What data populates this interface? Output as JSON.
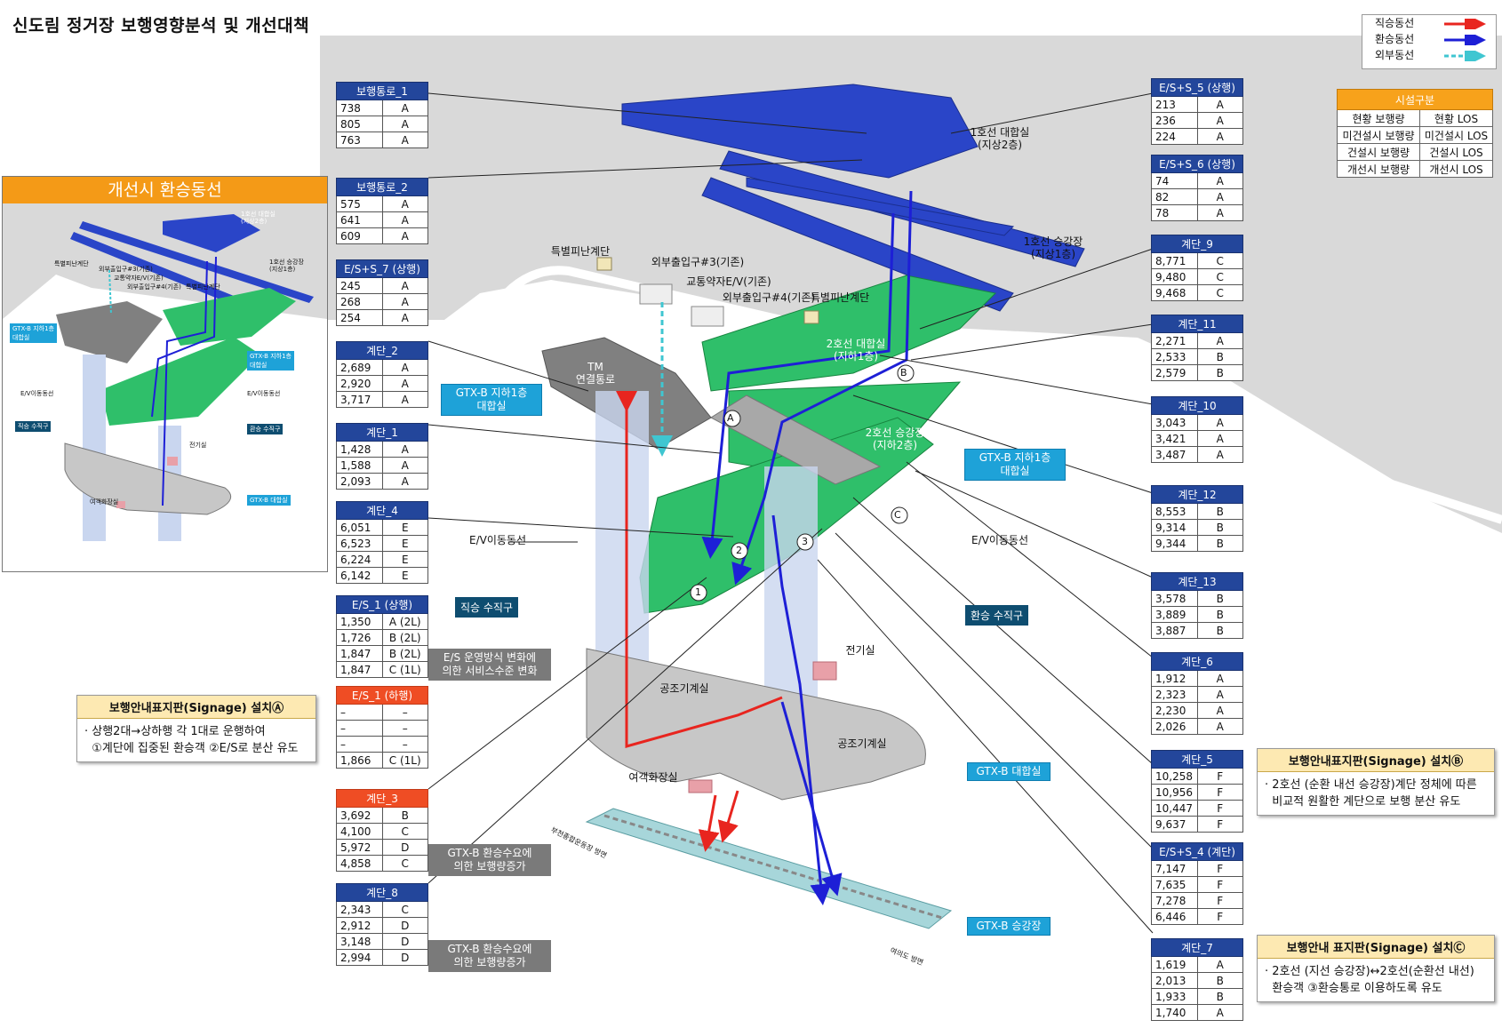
{
  "title": "신도림 정거장 보행영향분석 및 개선대책",
  "legend": {
    "items": [
      {
        "label": "직승동선",
        "color": "#e8251f"
      },
      {
        "label": "환승동선",
        "color": "#1d1fd6"
      },
      {
        "label": "외부동선",
        "color": "#3fc6d1"
      }
    ]
  },
  "facility": {
    "header": "시설구분",
    "rows": [
      [
        "현황 보행량",
        "현황 LOS"
      ],
      [
        "미건설시 보행량",
        "미건설시 LOS"
      ],
      [
        "건설시 보행량",
        "건설시 LOS"
      ],
      [
        "개선시 보행량",
        "개선시 LOS"
      ]
    ]
  },
  "inset": {
    "title": "개선시 환승동선",
    "labels": {
      "hall1": "1호선 대합실\n(지상2층)",
      "plat1": "1호선 승강장\n(지상1층)",
      "emerg": "특별피난계단",
      "ext3": "외부출입구#3(기존)",
      "ev": "교통약자E/V(기존)",
      "ext4": "외부출입구#4(기존)",
      "emerg2": "특별피난계단",
      "gtx_hall_l": "GTX-B 지하1층\n대합실",
      "gtx_hall_r": "GTX-B 지하1층\n대합실",
      "ev_l": "E/V이동동선",
      "ev_r": "E/V이동동선",
      "direct": "직승 수직구",
      "transfer": "환승 수직구",
      "elec": "전기실",
      "restroom": "여객화장실",
      "gtx_hall": "GTX-B 대합실"
    }
  },
  "diagram": {
    "hall1": "1호선 대합실\n(지상2층)",
    "plat1": "1호선 승강장\n(지상1층)",
    "emerg_left": "특별피난계단",
    "ext3": "외부출입구#3(기존)",
    "ev_access": "교통약자E/V(기존)",
    "ext4": "외부출입구#4(기존)",
    "emerg_right": "특별피난계단",
    "tm": "TM\n연결통로",
    "hall2": "2호선 대합실\n(지하1층)",
    "plat2": "2호선 승강장\n(지하2층)",
    "gtx_hall_b1_left": "GTX-B 지하1층\n대합실",
    "gtx_hall_b1_right": "GTX-B 지하1층\n대합실",
    "ev_left": "E/V이동동선",
    "ev_right": "E/V이동동선",
    "direct_shaft": "직승 수직구",
    "transfer_shaft": "환승 수직구",
    "es_change": "E/S 운영방식 변화에\n의한 서비스수준 변화",
    "gtx_demand1": "GTX-B 환승수요에\n의한 보행량증가",
    "gtx_demand2": "GTX-B 환승수요에\n의한 보행량증가",
    "elec": "전기실",
    "mech1": "공조기계실",
    "mech2": "공조기계실",
    "restroom": "여객화장실",
    "gtx_hall": "GTX-B 대합실",
    "gtx_plat": "GTX-B 승강장",
    "dir_left": "부천종합운동장 방면",
    "dir_right": "여의도 방면",
    "markers": [
      "A",
      "B",
      "C",
      "1",
      "2",
      "3"
    ]
  },
  "tables": [
    {
      "id": "t-walk1",
      "title": "보행통로_1",
      "rows": [
        [
          "738",
          "A"
        ],
        [
          "805",
          "A"
        ],
        [
          "763",
          "A"
        ]
      ]
    },
    {
      "id": "t-walk2",
      "title": "보행통로_2",
      "rows": [
        [
          "575",
          "A"
        ],
        [
          "641",
          "A"
        ],
        [
          "609",
          "A"
        ]
      ]
    },
    {
      "id": "t-ess7",
      "title": "E/S+S_7 (상행)",
      "rows": [
        [
          "245",
          "A"
        ],
        [
          "268",
          "A"
        ],
        [
          "254",
          "A"
        ]
      ]
    },
    {
      "id": "t-stair2",
      "title": "계단_2",
      "rows": [
        [
          "2,689",
          "A"
        ],
        [
          "2,920",
          "A"
        ],
        [
          "3,717",
          "A"
        ]
      ]
    },
    {
      "id": "t-stair1",
      "title": "계단_1",
      "rows": [
        [
          "1,428",
          "A"
        ],
        [
          "1,588",
          "A"
        ],
        [
          "2,093",
          "A"
        ]
      ]
    },
    {
      "id": "t-stair4",
      "title": "계단_4",
      "rows": [
        [
          "6,051",
          "E"
        ],
        [
          "6,523",
          "E"
        ],
        [
          "6,224",
          "E"
        ],
        [
          "6,142",
          "E"
        ]
      ]
    },
    {
      "id": "t-es1up",
      "title": "E/S_1 (상행)",
      "rows": [
        [
          "1,350",
          "A (2L)"
        ],
        [
          "1,726",
          "B (2L)"
        ],
        [
          "1,847",
          "B (2L)"
        ],
        [
          "1,847",
          "C (1L)"
        ]
      ]
    },
    {
      "id": "t-es1dn",
      "title": "E/S_1 (하행)",
      "red": true,
      "rows": [
        [
          "–",
          "–"
        ],
        [
          "–",
          "–"
        ],
        [
          "–",
          "–"
        ],
        [
          "1,866",
          "C (1L)"
        ]
      ]
    },
    {
      "id": "t-stair3",
      "title": "계단_3",
      "red": true,
      "rows": [
        [
          "3,692",
          "B"
        ],
        [
          "4,100",
          "C"
        ],
        [
          "5,972",
          "D"
        ],
        [
          "4,858",
          "C"
        ]
      ]
    },
    {
      "id": "t-stair8",
      "title": "계단_8",
      "rows": [
        [
          "2,343",
          "C"
        ],
        [
          "2,912",
          "D"
        ],
        [
          "3,148",
          "D"
        ],
        [
          "2,994",
          "D"
        ]
      ]
    },
    {
      "id": "t-ess5",
      "title": "E/S+S_5 (상행)",
      "rows": [
        [
          "213",
          "A"
        ],
        [
          "236",
          "A"
        ],
        [
          "224",
          "A"
        ]
      ]
    },
    {
      "id": "t-ess6",
      "title": "E/S+S_6 (상행)",
      "rows": [
        [
          "74",
          "A"
        ],
        [
          "82",
          "A"
        ],
        [
          "78",
          "A"
        ]
      ]
    },
    {
      "id": "t-stair9",
      "title": "계단_9",
      "rows": [
        [
          "8,771",
          "C"
        ],
        [
          "9,480",
          "C"
        ],
        [
          "9,468",
          "C"
        ]
      ]
    },
    {
      "id": "t-stair11",
      "title": "계단_11",
      "rows": [
        [
          "2,271",
          "A"
        ],
        [
          "2,533",
          "B"
        ],
        [
          "2,579",
          "B"
        ]
      ]
    },
    {
      "id": "t-stair10",
      "title": "계단_10",
      "rows": [
        [
          "3,043",
          "A"
        ],
        [
          "3,421",
          "A"
        ],
        [
          "3,487",
          "A"
        ]
      ]
    },
    {
      "id": "t-stair12",
      "title": "계단_12",
      "rows": [
        [
          "8,553",
          "B"
        ],
        [
          "9,314",
          "B"
        ],
        [
          "9,344",
          "B"
        ]
      ]
    },
    {
      "id": "t-stair13",
      "title": "계단_13",
      "rows": [
        [
          "3,578",
          "B"
        ],
        [
          "3,889",
          "B"
        ],
        [
          "3,887",
          "B"
        ]
      ]
    },
    {
      "id": "t-stair6",
      "title": "계단_6",
      "rows": [
        [
          "1,912",
          "A"
        ],
        [
          "2,323",
          "A"
        ],
        [
          "2,230",
          "A"
        ],
        [
          "2,026",
          "A"
        ]
      ]
    },
    {
      "id": "t-stair5",
      "title": "계단_5",
      "rows": [
        [
          "10,258",
          "F"
        ],
        [
          "10,956",
          "F"
        ],
        [
          "10,447",
          "F"
        ],
        [
          "9,637",
          "F"
        ]
      ]
    },
    {
      "id": "t-ess4",
      "title": "E/S+S_4 (계단)",
      "rows": [
        [
          "7,147",
          "F"
        ],
        [
          "7,635",
          "F"
        ],
        [
          "7,278",
          "F"
        ],
        [
          "6,446",
          "F"
        ]
      ]
    },
    {
      "id": "t-stair7",
      "title": "계단_7",
      "rows": [
        [
          "1,619",
          "A"
        ],
        [
          "2,013",
          "B"
        ],
        [
          "1,933",
          "B"
        ],
        [
          "1,740",
          "A"
        ]
      ]
    }
  ],
  "notes": {
    "a": {
      "title": "보행안내표지판(Signage) 설치Ⓐ",
      "lines": [
        "· 상행2대→상하행 각 1대로 운행하여",
        "  ①계단에 집중된 환승객 ②E/S로 분산 유도"
      ]
    },
    "b": {
      "title": "보행안내표지판(Signage) 설치Ⓑ",
      "lines": [
        "· 2호선 (순환 내선 승강장)계단 정체에 따른",
        "  비교적 원활한 계단으로 보행 분산 유도"
      ]
    },
    "c": {
      "title": "보행안내 표지판(Signage) 설치Ⓒ",
      "lines": [
        "· 2호선 (지선 승강장)↔2호선(순환선 내선)",
        "  환승객 ③환승통로 이용하도록 유도"
      ]
    }
  }
}
